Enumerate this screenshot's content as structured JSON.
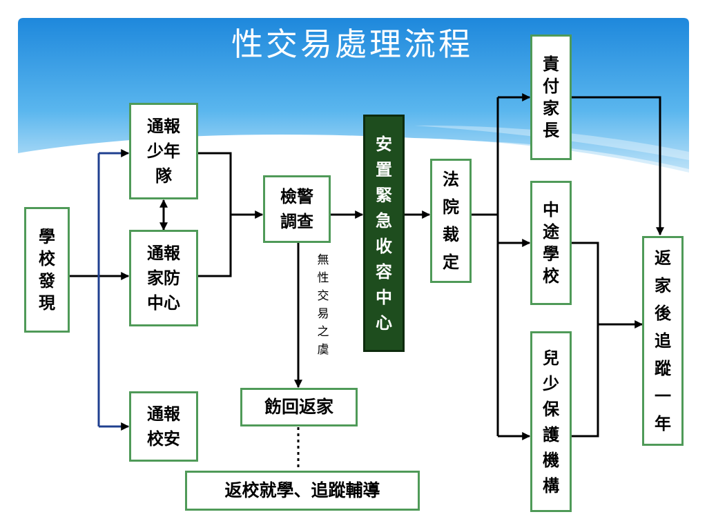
{
  "title": "性交易處理流程",
  "nodes": {
    "school_found": "學校發現",
    "report_juvenile_squad": "通報少年隊",
    "report_family_center": "通報家防中心",
    "report_school_safety": "通報校安",
    "police_investigation": "檢警調查",
    "emergency_shelter": "安置緊急收容中心",
    "court_ruling": "法院裁定",
    "parental_custody": "責付家長",
    "halfway_school": "中途學校",
    "child_protection_institution": "兒少保護機構",
    "return_home_followup": "返家後追蹤一年",
    "send_home": "飭回返家",
    "return_to_school": "返校就學、追蹤輔導"
  },
  "edge_labels": {
    "no_risk": "無性交易之虞"
  },
  "colors": {
    "box_border": "#4f9a58",
    "shelter_fill": "#1e4d1e",
    "connector_black": "#000000",
    "connector_blue": "#1f3f8f",
    "header_sky": "#3a9ee0"
  }
}
